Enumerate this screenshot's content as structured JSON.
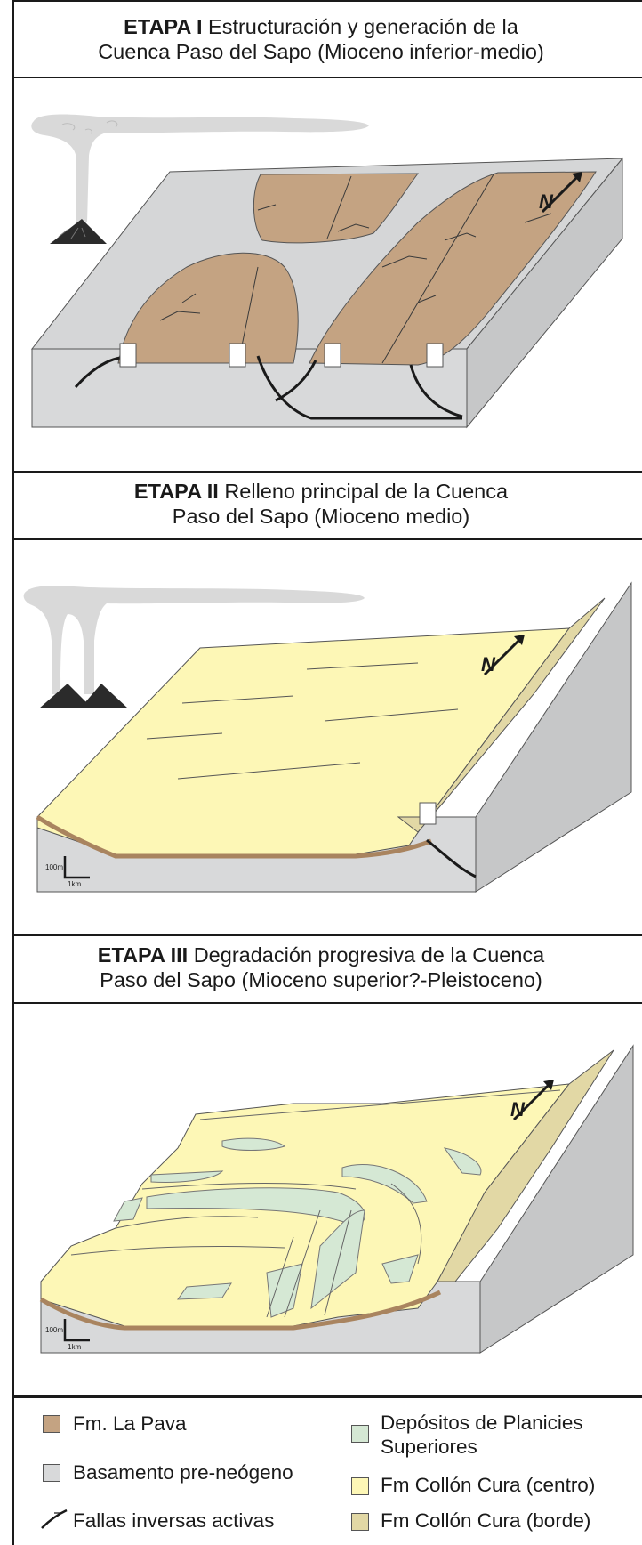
{
  "stages": [
    {
      "bold": "ETAPA I",
      "line1": "Estructuración y generación de la",
      "line2": "Cuenca Paso del Sapo (Mioceno inferior-medio)"
    },
    {
      "bold": "ETAPA II",
      "line1": "Relleno principal de la Cuenca",
      "line2": "Paso del Sapo (Mioceno medio)"
    },
    {
      "bold": "ETAPA III",
      "line1": "Degradación progresiva de la Cuenca",
      "line2": "Paso del Sapo (Mioceno superior?-Pleistoceno)"
    }
  ],
  "scale": {
    "vertical": "100m",
    "horizontal": "1km"
  },
  "north_label": "N",
  "legend": [
    {
      "label": "Fm. La Pava",
      "color": "#c4a382"
    },
    {
      "label": "Basamento pre-neógeno",
      "color": "#d8d9da"
    },
    {
      "label": "Fallas inversas activas"
    },
    {
      "label_line1": "Depósitos de Planicies",
      "label_line2": "Superiores",
      "color": "#d5e8d4"
    },
    {
      "label": "Fm Collón Cura (centro)",
      "color": "#fdf7b6"
    },
    {
      "label": "Fm Collón Cura (borde)",
      "color": "#e2d8a5"
    }
  ]
}
